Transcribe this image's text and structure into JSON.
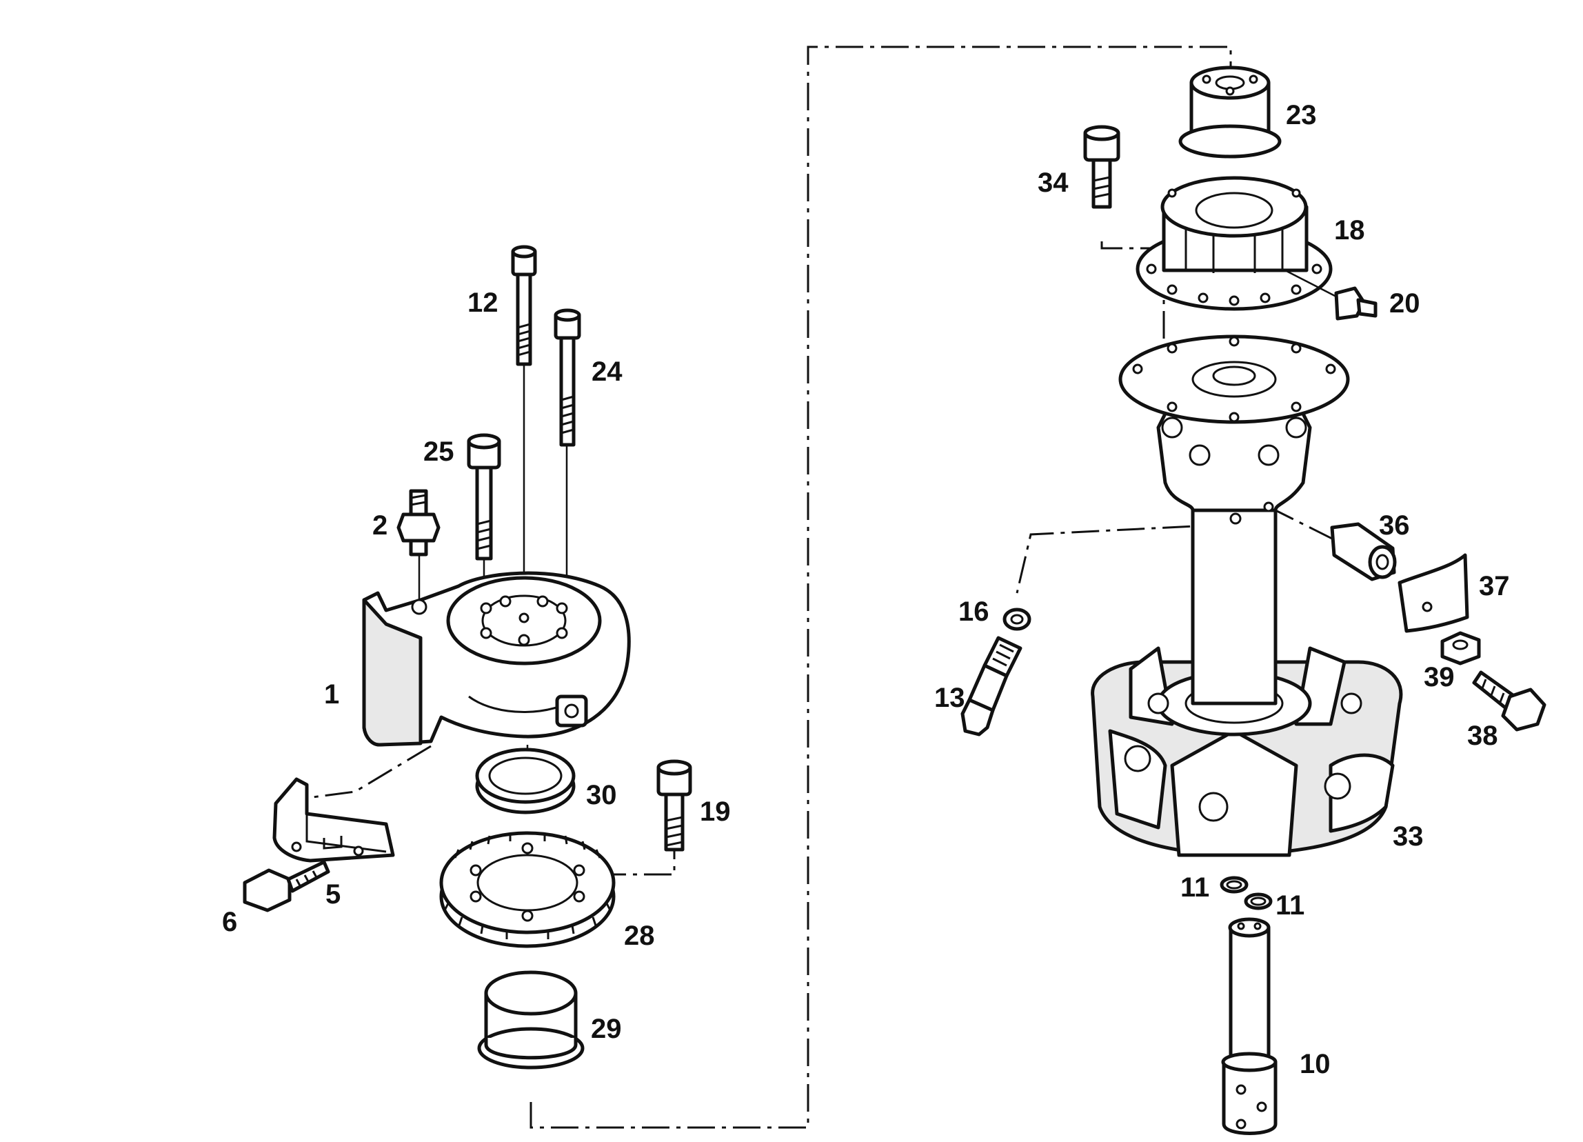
{
  "diagram": {
    "line_color": "#111111",
    "background_color": "#ffffff",
    "callouts": {
      "p1": "1",
      "p2": "2",
      "p5": "5",
      "p6": "6",
      "p10": "10",
      "p11a": "11",
      "p11b": "11",
      "p12": "12",
      "p13": "13",
      "p16": "16",
      "p18": "18",
      "p19": "19",
      "p20": "20",
      "p23": "23",
      "p24": "24",
      "p25": "25",
      "p28": "28",
      "p29": "29",
      "p30": "30",
      "p33": "33",
      "p34": "34",
      "p36": "36",
      "p37": "37",
      "p38": "38",
      "p39": "39"
    }
  }
}
